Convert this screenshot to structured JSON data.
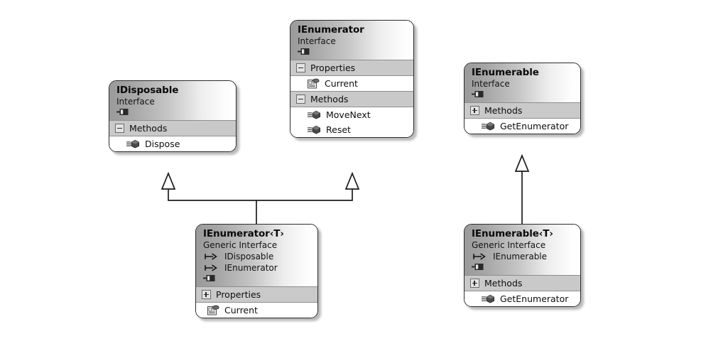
{
  "diagram": {
    "kind": "uml-class-diagram",
    "background": "#ffffff",
    "colors": {
      "border": "#2b2b2b",
      "header_gradient_start": "#9a9a9a",
      "header_gradient_end": "#ffffff",
      "section_band": "#c9c9c9",
      "member_background": "#ffffff",
      "text": "#0d0d0d",
      "connector": "#1c1c1c"
    },
    "labels": {
      "interface": "Interface",
      "generic_interface": "Generic Interface",
      "properties": "Properties",
      "methods": "Methods"
    }
  },
  "boxes": [
    {
      "id": "idisposable",
      "name": "IDisposable",
      "stereotype": "Interface",
      "icon": "interface-plug-icon",
      "bases": [],
      "sections": [
        {
          "label": "Methods",
          "expander": "minus",
          "expander_icon": "collapse-minus-icon",
          "members": [
            {
              "name": "Dispose",
              "icon": "method-cube-icon"
            }
          ]
        }
      ]
    },
    {
      "id": "ienumerator",
      "name": "IEnumerator",
      "stereotype": "Interface",
      "icon": "interface-plug-icon",
      "bases": [],
      "sections": [
        {
          "label": "Properties",
          "expander": "minus",
          "expander_icon": "collapse-minus-icon",
          "members": [
            {
              "name": "Current",
              "icon": "property-card-icon"
            }
          ]
        },
        {
          "label": "Methods",
          "expander": "minus",
          "expander_icon": "collapse-minus-icon",
          "members": [
            {
              "name": "MoveNext",
              "icon": "method-cube-icon"
            },
            {
              "name": "Reset",
              "icon": "method-cube-icon"
            }
          ]
        }
      ]
    },
    {
      "id": "ienumerable",
      "name": "IEnumerable",
      "stereotype": "Interface",
      "icon": "interface-plug-icon",
      "bases": [],
      "sections": [
        {
          "label": "Methods",
          "expander": "plus",
          "expander_icon": "expand-plus-icon",
          "members": [
            {
              "name": "GetEnumerator",
              "icon": "method-cube-icon"
            }
          ]
        }
      ]
    },
    {
      "id": "ienumerator-t",
      "name": "IEnumerator‹T›",
      "stereotype": "Generic Interface",
      "icon": "interface-plug-icon",
      "bases": [
        {
          "name": "IDisposable",
          "icon": "inherit-arrow-icon"
        },
        {
          "name": "IEnumerator",
          "icon": "inherit-arrow-icon"
        }
      ],
      "sections": [
        {
          "label": "Properties",
          "expander": "plus",
          "expander_icon": "expand-plus-icon",
          "members": [
            {
              "name": "Current",
              "icon": "property-card-icon"
            }
          ]
        }
      ]
    },
    {
      "id": "ienumerable-t",
      "name": "IEnumerable‹T›",
      "stereotype": "Generic Interface",
      "icon": "interface-plug-icon",
      "bases": [
        {
          "name": "IEnumerable",
          "icon": "inherit-arrow-icon"
        }
      ],
      "sections": [
        {
          "label": "Methods",
          "expander": "plus",
          "expander_icon": "expand-plus-icon",
          "members": [
            {
              "name": "GetEnumerator",
              "icon": "method-cube-icon"
            }
          ]
        }
      ]
    }
  ],
  "connectors": [
    {
      "id": "c1",
      "from": "ienumerator-t",
      "to": "idisposable",
      "type": "inheritance",
      "arrow": "hollow-triangle"
    },
    {
      "id": "c2",
      "from": "ienumerator-t",
      "to": "ienumerator",
      "type": "inheritance",
      "arrow": "hollow-triangle"
    },
    {
      "id": "c3",
      "from": "ienumerable-t",
      "to": "ienumerable",
      "type": "inheritance",
      "arrow": "hollow-triangle"
    }
  ]
}
